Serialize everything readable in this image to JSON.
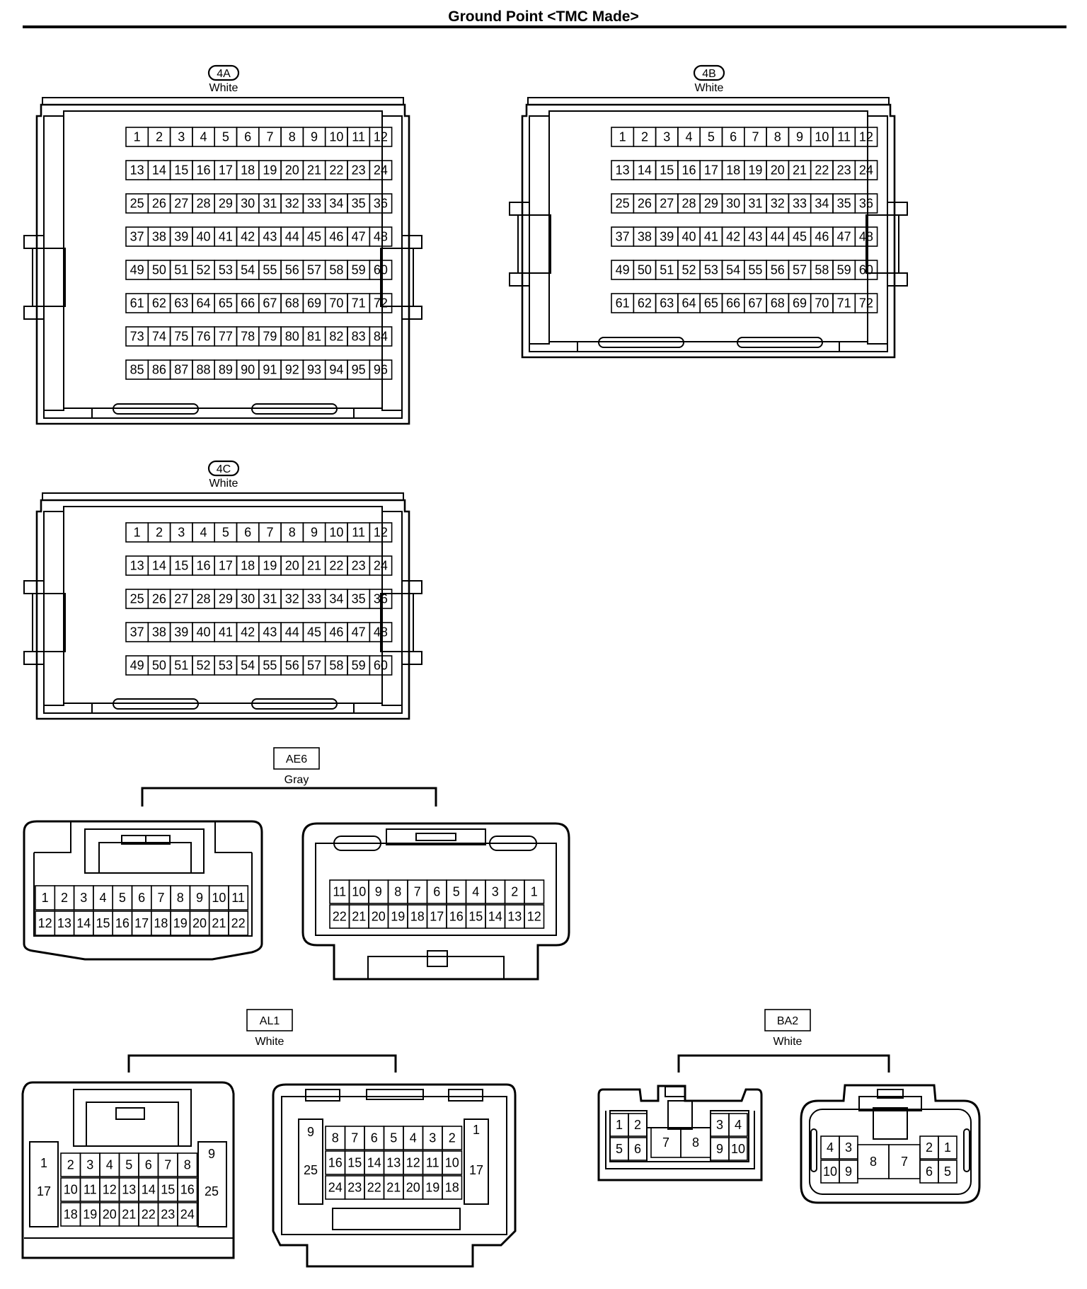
{
  "page": {
    "title": "Ground Point <TMC Made>"
  },
  "connectors": {
    "c4a": {
      "code": "4A",
      "color": "White",
      "pin_count": 96
    },
    "c4b": {
      "code": "4B",
      "color": "White",
      "pin_count": 72
    },
    "c4c": {
      "code": "4C",
      "color": "White",
      "pin_count": 60
    },
    "ae6": {
      "code": "AE6",
      "color": "Gray",
      "male_rows": [
        [
          "1",
          "2",
          "3",
          "4",
          "5",
          "6",
          "7",
          "8",
          "9",
          "10",
          "11"
        ],
        [
          "12",
          "13",
          "14",
          "15",
          "16",
          "17",
          "18",
          "19",
          "20",
          "21",
          "22"
        ]
      ],
      "female_rows": [
        [
          "11",
          "10",
          "9",
          "8",
          "7",
          "6",
          "5",
          "4",
          "3",
          "2",
          "1"
        ],
        [
          "22",
          "21",
          "20",
          "19",
          "18",
          "17",
          "16",
          "15",
          "14",
          "13",
          "12"
        ]
      ]
    },
    "al1": {
      "code": "AL1",
      "color": "White",
      "male": {
        "left_top": "1",
        "left_bottom": "17",
        "right_top": "9",
        "right_bottom": "25",
        "rows": [
          [
            "2",
            "3",
            "4",
            "5",
            "6",
            "7",
            "8"
          ],
          [
            "10",
            "11",
            "12",
            "13",
            "14",
            "15",
            "16"
          ],
          [
            "18",
            "19",
            "20",
            "21",
            "22",
            "23",
            "24"
          ]
        ]
      },
      "female": {
        "left_top": "9",
        "left_bottom": "25",
        "right_top": "1",
        "right_bottom": "17",
        "rows": [
          [
            "8",
            "7",
            "6",
            "5",
            "4",
            "3",
            "2"
          ],
          [
            "16",
            "15",
            "14",
            "13",
            "12",
            "11",
            "10"
          ],
          [
            "24",
            "23",
            "22",
            "21",
            "20",
            "19",
            "18"
          ]
        ]
      }
    },
    "ba2": {
      "code": "BA2",
      "color": "White",
      "male": [
        "1",
        "2",
        "5",
        "6",
        "7",
        "8",
        "3",
        "4",
        "9",
        "10"
      ],
      "female": [
        "4",
        "3",
        "10",
        "9",
        "8",
        "7",
        "2",
        "1",
        "6",
        "5"
      ]
    }
  }
}
